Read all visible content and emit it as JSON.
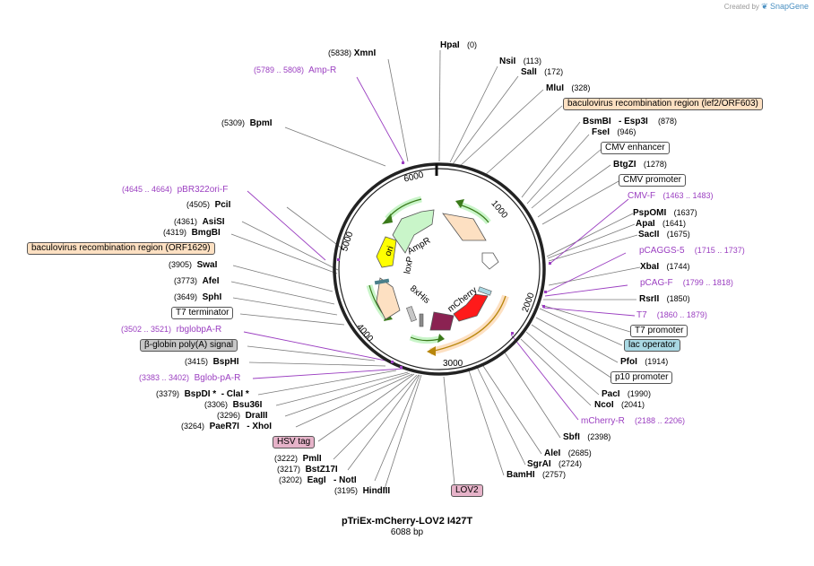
{
  "watermark": {
    "created_by": "Created by",
    "brand": "SnapGene"
  },
  "plasmid": {
    "name": "pTriEx-mCherry-LOV2 I427T",
    "length": "6088 bp"
  },
  "ticks": [
    "1000",
    "2000",
    "3000",
    "4000",
    "5000",
    "6000"
  ],
  "inner_features": {
    "ampr": "AmpR",
    "ori": "ori",
    "loxp": "loxP",
    "his": "8xHis",
    "mcherry": "mCherry"
  },
  "labels": {
    "xmni": {
      "pos": "(5838)",
      "name": "XmnI"
    },
    "hpai": {
      "name": "HpaI",
      "pos": "(0)"
    },
    "amp_r": {
      "pos": "(5789 .. 5808)",
      "name": "Amp-R"
    },
    "nsii": {
      "name": "NsiI",
      "pos": "(113)"
    },
    "sali": {
      "name": "SalI",
      "pos": "(172)"
    },
    "mlui": {
      "name": "MluI",
      "pos": "(328)"
    },
    "bac_lef2": {
      "name": "baculovirus recombination region (lef2/ORF603)"
    },
    "bpmi": {
      "pos": "(5309)",
      "name": "BpmI"
    },
    "bsmbi": {
      "name": "BsmBI",
      "dash": "- Esp3I",
      "pos": "(878)"
    },
    "fsei": {
      "name": "FseI",
      "pos": "(946)"
    },
    "cmv_enh": {
      "name": "CMV enhancer"
    },
    "bstgzi": {
      "name": "BtgZI",
      "pos": "(1278)"
    },
    "cmv_prom": {
      "name": "CMV promoter"
    },
    "pbr322": {
      "pos": "(4645 .. 4664)",
      "name": "pBR322ori-F"
    },
    "cmv_f": {
      "name": "CMV-F",
      "pos": "(1463 .. 1483)"
    },
    "pcii": {
      "pos": "(4505)",
      "name": "PciI"
    },
    "pspomi": {
      "name": "PspOMI",
      "pos": "(1637)"
    },
    "asisi": {
      "pos": "(4361)",
      "name": "AsiSI"
    },
    "apai": {
      "name": "ApaI",
      "pos": "(1641)"
    },
    "bmgbi": {
      "pos": "(4319)",
      "name": "BmgBI"
    },
    "sacii": {
      "name": "SacII",
      "pos": "(1675)"
    },
    "bac_orf1629": {
      "name": "baculovirus recombination region (ORF1629)"
    },
    "pcaggs5": {
      "name": "pCAGGS-5",
      "pos": "(1715 .. 1737)"
    },
    "swai": {
      "pos": "(3905)",
      "name": "SwaI"
    },
    "xbai": {
      "name": "XbaI",
      "pos": "(1744)"
    },
    "afei": {
      "pos": "(3773)",
      "name": "AfeI"
    },
    "pcag_f": {
      "name": "pCAG-F",
      "pos": "(1799 .. 1818)"
    },
    "sphi": {
      "pos": "(3649)",
      "name": "SphI"
    },
    "rsrii": {
      "name": "RsrII",
      "pos": "(1850)"
    },
    "t7_term": {
      "name": "T7 terminator"
    },
    "t7": {
      "name": "T7",
      "pos": "(1860 .. 1879)"
    },
    "rbglobpa": {
      "pos": "(3502 .. 3521)",
      "name": "rbglobpA-R"
    },
    "t7_prom": {
      "name": "T7 promoter"
    },
    "bglobin": {
      "name": "β-globin poly(A) signal"
    },
    "lac_op": {
      "name": "lac operator"
    },
    "bsphi": {
      "pos": "(3415)",
      "name": "BspHI"
    },
    "pfoi": {
      "name": "PfoI",
      "pos": "(1914)"
    },
    "bglob_pa": {
      "pos": "(3383 .. 3402)",
      "name": "Bglob-pA-R"
    },
    "p10_prom": {
      "name": "p10 promoter"
    },
    "bspdi": {
      "pos": "(3379)",
      "name": "BspDI *",
      "dash": "- ClaI *"
    },
    "paci": {
      "name": "PacI",
      "pos": "(1990)"
    },
    "bsu36i": {
      "pos": "(3306)",
      "name": "Bsu36I"
    },
    "ncoi": {
      "name": "NcoI",
      "pos": "(2041)"
    },
    "draiii": {
      "pos": "(3296)",
      "name": "DraIII"
    },
    "mcherry_r": {
      "name": "mCherry-R",
      "pos": "(2188 .. 2206)"
    },
    "paer7i": {
      "pos": "(3264)",
      "name": "PaeR7I",
      "dash": "- XhoI"
    },
    "sbfi": {
      "name": "SbfI",
      "pos": "(2398)"
    },
    "hsv": {
      "name": "HSV tag"
    },
    "alei": {
      "name": "AleI",
      "pos": "(2685)"
    },
    "pmli": {
      "pos": "(3222)",
      "name": "PmlI"
    },
    "sgrai": {
      "name": "SgrAI",
      "pos": "(2724)"
    },
    "bstz17i": {
      "pos": "(3217)",
      "name": "BstZ17I"
    },
    "bamhi": {
      "name": "BamHI",
      "pos": "(2757)"
    },
    "eagi": {
      "pos": "(3202)",
      "name": "EagI",
      "dash": "- NotI"
    },
    "hindiii": {
      "pos": "(3195)",
      "name": "HindIII"
    },
    "lov2": {
      "name": "LOV2"
    }
  },
  "colors": {
    "orange_feature": "#fde0c2",
    "gray_feature": "#c7c7c7",
    "teal_feature": "#a9d8e3",
    "pink_feature": "#e6b3c9",
    "purple_text": "#9b3fc1",
    "ori_yellow": "#ffff00",
    "ampr_green": "#c9f5c9",
    "mcherry_red": "#ff1a1a",
    "his_maroon": "#8b2252"
  }
}
